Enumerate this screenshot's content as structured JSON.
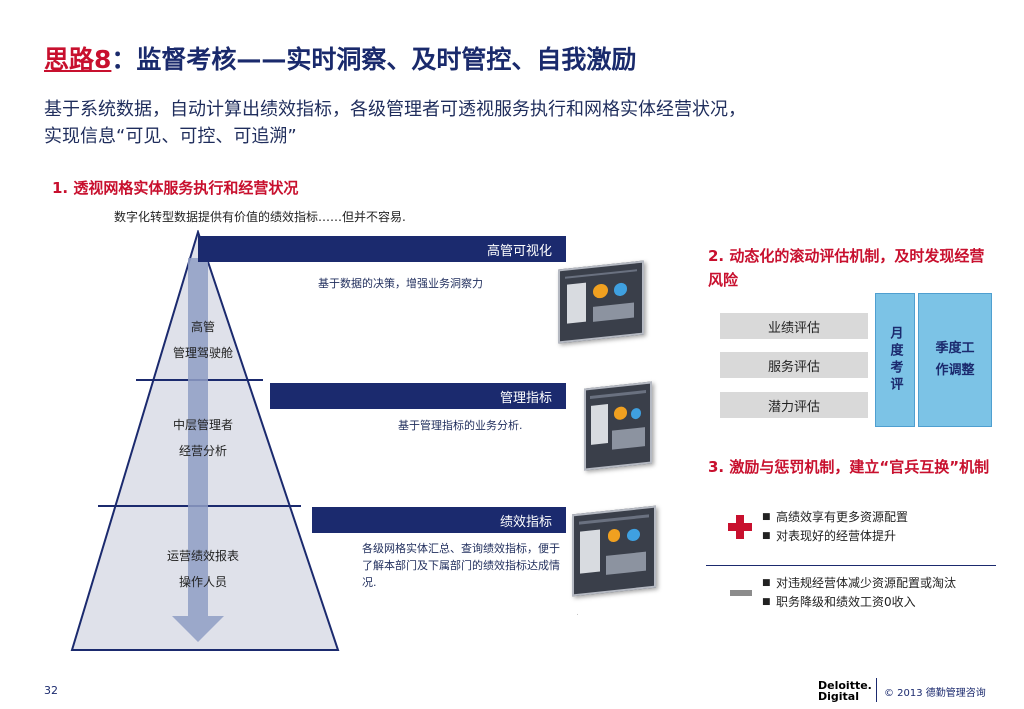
{
  "header": {
    "title_highlight": "思路8",
    "title_rest": "：监督考核——实时洞察、及时管控、自我激励",
    "subtitle_line1": "基于系统数据，自动计算出绩效指标，各级管理者可透视服务执行和网格实体经营状况，",
    "subtitle_line2": "实现信息“可见、可控、可追溯”"
  },
  "section1": {
    "title": "1. 透视网格实体服务执行和经营状况",
    "caption": "数字化转型数据提供有价值的绩效指标……但并不容易.",
    "bars": [
      "高管可视化",
      "管理指标",
      "绩效指标"
    ],
    "notes": [
      "基于数据的决策，增强业务洞察力",
      "基于管理指标的业务分析.",
      "各级网格实体汇总、查询绩效指标，便于了解本部门及下属部门的绩效指标达成情况."
    ],
    "tiers": [
      {
        "line1": "高管",
        "line2": "管理驾驶舱"
      },
      {
        "line1": "中层管理者",
        "line2": "经营分析"
      },
      {
        "line1": "运营绩效报表",
        "line2": "操作人员"
      }
    ]
  },
  "section2": {
    "title": "2. 动态化的滚动评估机制，及时发现经营风险",
    "evals": [
      "业绩评估",
      "服务评估",
      "潜力评估"
    ],
    "monthly": "月度考评",
    "quarterly": "季度工作调整"
  },
  "section3": {
    "title": "3. 激励与惩罚机制，建立“官兵互换”机制",
    "reward_items": [
      "高绩效享有更多资源配置",
      "对表现好的经营体提升"
    ],
    "penalty_items": [
      "对违规经营体减少资源配置或淘汰",
      "职务降级和绩效工资0收入"
    ]
  },
  "footer": {
    "page_number": "32",
    "logo_line1": "Deloitte.",
    "logo_line2": "Digital",
    "copyright": "© 2013 德勤管理咨询"
  },
  "colors": {
    "navy": "#1b2a6e",
    "red": "#c8102e",
    "pyramid_fill": "#dfe1ea",
    "arrow": "#8f9dc4",
    "light_blue": "#7cc3e6"
  }
}
